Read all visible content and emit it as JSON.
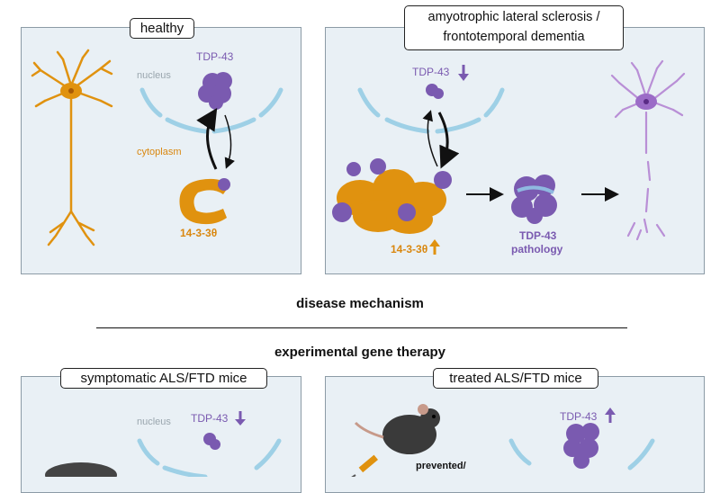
{
  "panels": {
    "healthy": {
      "title": "healthy",
      "tdp_label": "TDP-43",
      "nucleus_label": "nucleus",
      "cytoplasm_label": "cytoplasm",
      "partner_label": "14-3-3θ"
    },
    "disease": {
      "title_line1": "amyotrophic lateral sclerosis /",
      "title_line2": "frontotemporal dementia",
      "tdp_label": "TDP-43",
      "partner_label": "14-3-3θ",
      "pathology_line1": "TDP-43",
      "pathology_line2": "pathology"
    },
    "symptomatic": {
      "title": "symptomatic ALS/FTD mice",
      "nucleus_label": "nucleus",
      "tdp_label": "TDP-43"
    },
    "treated": {
      "title": "treated ALS/FTD mice",
      "tdp_label": "TDP-43",
      "outcome_label": "prevented/"
    }
  },
  "section_titles": {
    "mechanism": "disease mechanism",
    "therapy": "experimental gene therapy"
  },
  "colors": {
    "panel_bg": "#e9f0f5",
    "tdp43_purple": "#7a5ab0",
    "partner_orange": "#e0920f",
    "nucleus_arc": "#9ed0e6",
    "arrow_up_orange": "#e0920f"
  }
}
